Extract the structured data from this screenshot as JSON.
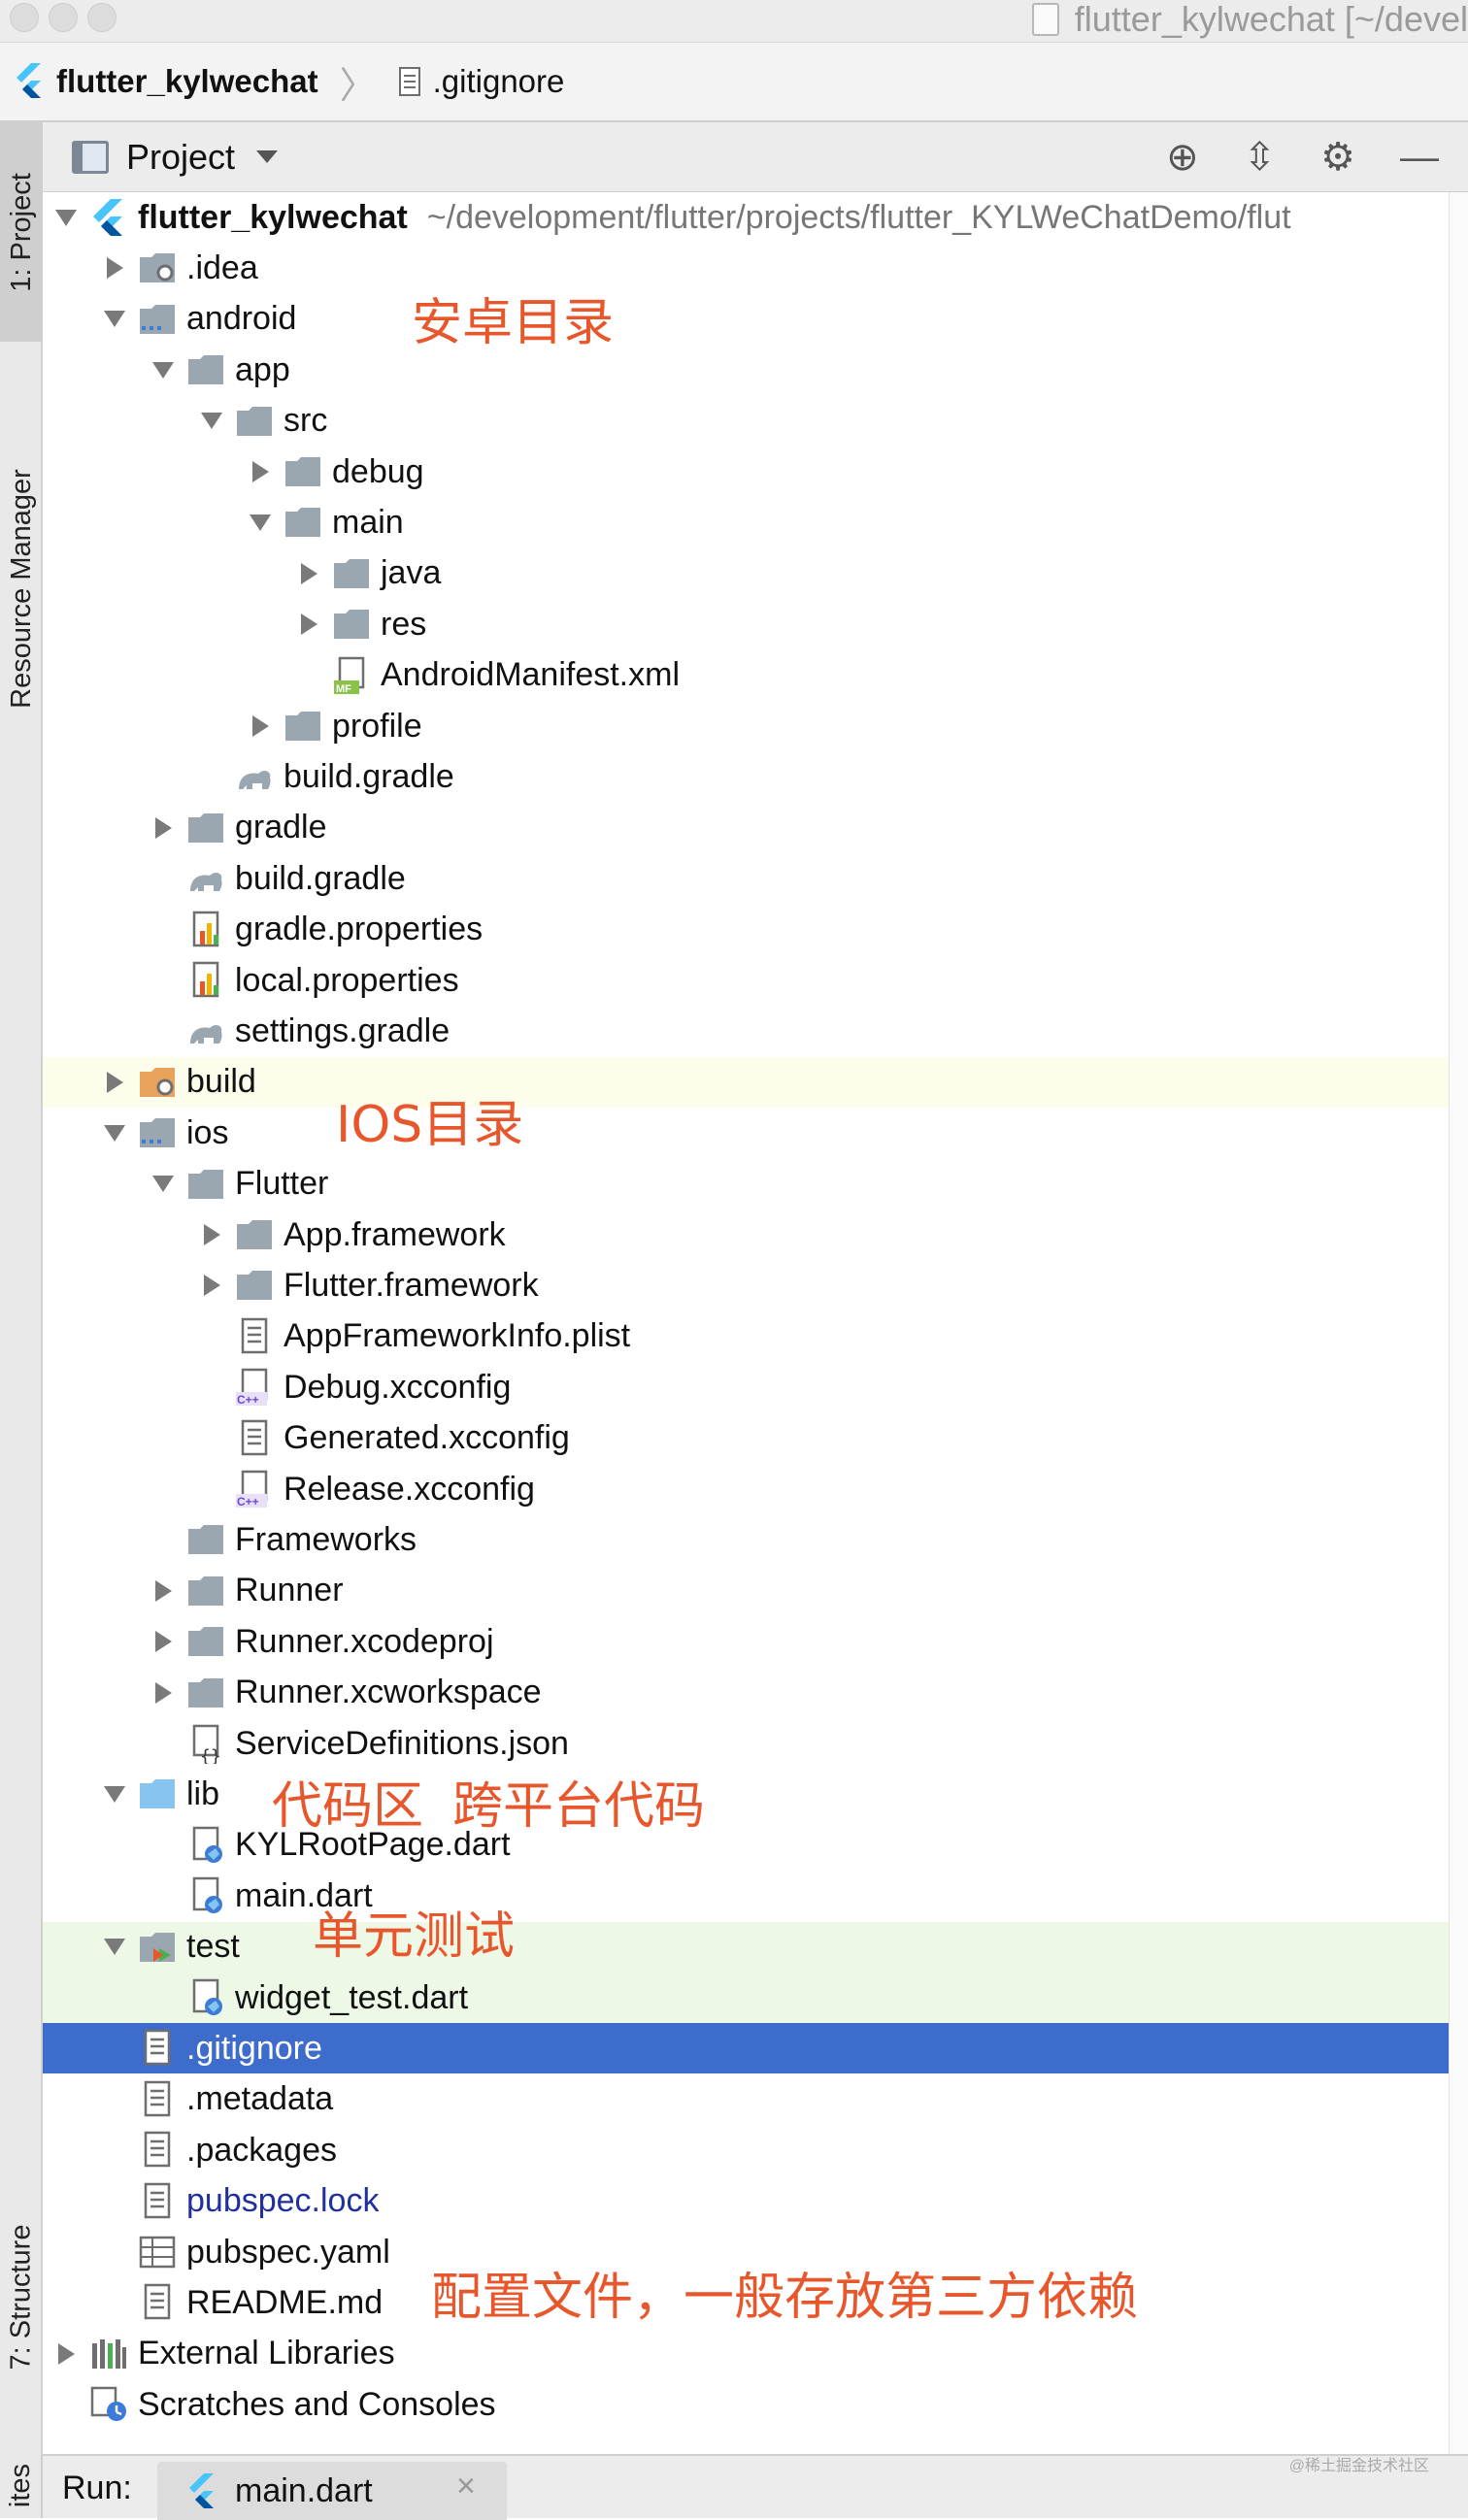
{
  "window": {
    "title": "flutter_kylwechat [~/devel"
  },
  "breadcrumb": {
    "project": "flutter_kylwechat",
    "file": ".gitignore"
  },
  "side_tabs": {
    "project": "1: Project",
    "resource": "Resource Manager",
    "structure": "7: Structure",
    "favorites": "ites"
  },
  "panel": {
    "title": "Project"
  },
  "tree": [
    {
      "label": "flutter_kylwechat",
      "sub": "~/development/flutter/projects/flutter_KYLWeChatDemo/flut",
      "level": 0,
      "arrow": "d",
      "icon": "flutter",
      "style": "bold"
    },
    {
      "label": ".idea",
      "level": 1,
      "arrow": "r",
      "icon": "folder-gear"
    },
    {
      "label": "android",
      "level": 1,
      "arrow": "d",
      "icon": "folder-module"
    },
    {
      "label": "app",
      "level": 2,
      "arrow": "d",
      "icon": "folder"
    },
    {
      "label": "src",
      "level": 3,
      "arrow": "d",
      "icon": "folder"
    },
    {
      "label": "debug",
      "level": 4,
      "arrow": "r",
      "icon": "folder"
    },
    {
      "label": "main",
      "level": 4,
      "arrow": "d",
      "icon": "folder"
    },
    {
      "label": "java",
      "level": 5,
      "arrow": "r",
      "icon": "folder"
    },
    {
      "label": "res",
      "level": 5,
      "arrow": "r",
      "icon": "folder"
    },
    {
      "label": "AndroidManifest.xml",
      "level": 5,
      "arrow": "",
      "icon": "manifest"
    },
    {
      "label": "profile",
      "level": 4,
      "arrow": "r",
      "icon": "folder"
    },
    {
      "label": "build.gradle",
      "level": 3,
      "arrow": "",
      "icon": "gradle"
    },
    {
      "label": "gradle",
      "level": 2,
      "arrow": "r",
      "icon": "folder"
    },
    {
      "label": "build.gradle",
      "level": 2,
      "arrow": "",
      "icon": "gradle"
    },
    {
      "label": "gradle.properties",
      "level": 2,
      "arrow": "",
      "icon": "properties"
    },
    {
      "label": "local.properties",
      "level": 2,
      "arrow": "",
      "icon": "properties"
    },
    {
      "label": "settings.gradle",
      "level": 2,
      "arrow": "",
      "icon": "gradle"
    },
    {
      "label": "build",
      "level": 1,
      "arrow": "r",
      "icon": "folder-build",
      "style": "hl-y"
    },
    {
      "label": "ios",
      "level": 1,
      "arrow": "d",
      "icon": "folder-module"
    },
    {
      "label": "Flutter",
      "level": 2,
      "arrow": "d",
      "icon": "folder"
    },
    {
      "label": "App.framework",
      "level": 3,
      "arrow": "r",
      "icon": "folder"
    },
    {
      "label": "Flutter.framework",
      "level": 3,
      "arrow": "r",
      "icon": "folder"
    },
    {
      "label": "AppFrameworkInfo.plist",
      "level": 3,
      "arrow": "",
      "icon": "text"
    },
    {
      "label": "Debug.xcconfig",
      "level": 3,
      "arrow": "",
      "icon": "cpp"
    },
    {
      "label": "Generated.xcconfig",
      "level": 3,
      "arrow": "",
      "icon": "text"
    },
    {
      "label": "Release.xcconfig",
      "level": 3,
      "arrow": "",
      "icon": "cpp"
    },
    {
      "label": "Frameworks",
      "level": 2,
      "arrow": "",
      "icon": "folder"
    },
    {
      "label": "Runner",
      "level": 2,
      "arrow": "r",
      "icon": "folder"
    },
    {
      "label": "Runner.xcodeproj",
      "level": 2,
      "arrow": "r",
      "icon": "folder"
    },
    {
      "label": "Runner.xcworkspace",
      "level": 2,
      "arrow": "r",
      "icon": "folder"
    },
    {
      "label": "ServiceDefinitions.json",
      "level": 2,
      "arrow": "",
      "icon": "json"
    },
    {
      "label": "lib",
      "level": 1,
      "arrow": "d",
      "icon": "folder-source"
    },
    {
      "label": "KYLRootPage.dart",
      "level": 2,
      "arrow": "",
      "icon": "dart"
    },
    {
      "label": "main.dart",
      "level": 2,
      "arrow": "",
      "icon": "dart"
    },
    {
      "label": "test",
      "level": 1,
      "arrow": "d",
      "icon": "folder-test",
      "style": "hl-g"
    },
    {
      "label": "widget_test.dart",
      "level": 2,
      "arrow": "",
      "icon": "dart",
      "style": "hl-g"
    },
    {
      "label": ".gitignore",
      "level": 1,
      "arrow": "",
      "icon": "text",
      "style": "sel"
    },
    {
      "label": ".metadata",
      "level": 1,
      "arrow": "",
      "icon": "text"
    },
    {
      "label": ".packages",
      "level": 1,
      "arrow": "",
      "icon": "text"
    },
    {
      "label": "pubspec.lock",
      "level": 1,
      "arrow": "",
      "icon": "text",
      "style": "blue"
    },
    {
      "label": "pubspec.yaml",
      "level": 1,
      "arrow": "",
      "icon": "yaml"
    },
    {
      "label": "README.md",
      "level": 1,
      "arrow": "",
      "icon": "text"
    },
    {
      "label": "External Libraries",
      "level": 0,
      "arrow": "r",
      "icon": "libraries"
    },
    {
      "label": "Scratches and Consoles",
      "level": 0,
      "arrow": "",
      "icon": "scratches"
    }
  ],
  "annotations": {
    "android": "安卓目录",
    "ios": "IOS目录",
    "lib1": "代码区",
    "lib2": "跨平台代码",
    "test": "单元测试",
    "config": "配置文件，一般存放第三方依赖"
  },
  "run": {
    "label": "Run:",
    "tab": "main.dart"
  },
  "watermark": "@稀土掘金技术社区",
  "colors": {
    "selection": "#3d6ccc",
    "annotation": "#e8562b",
    "folder": "#9aa7b0",
    "link": "#1f2f9e"
  }
}
